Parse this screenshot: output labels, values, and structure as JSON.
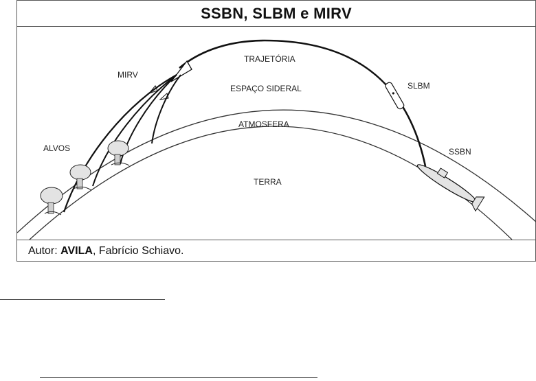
{
  "figure": {
    "title": "SSBN, SLBM e MIRV",
    "labels": {
      "trajectory": "TRAJETÓRIA",
      "outer_space": "ESPAÇO SIDERAL",
      "atmosphere": "ATMOSFERA",
      "earth": "TERRA",
      "mirv": "MIRV",
      "slbm": "SLBM",
      "ssbn": "SSBN",
      "targets": "ALVOS"
    },
    "caption": {
      "prefix": "Autor: ",
      "author": "AVILA",
      "rest": ", Fabrício Schiavo."
    }
  }
}
